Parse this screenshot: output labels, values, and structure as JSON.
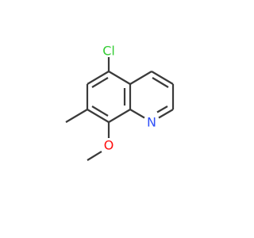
{
  "molecule": {
    "atoms": {
      "chlorine": "Cl",
      "nitrogen": "N",
      "oxygen": "O"
    },
    "colors": {
      "bond": "#3a3a3a",
      "chlorine": "#33cc33",
      "nitrogen": "#3050f8",
      "oxygen": "#ff0d0d"
    }
  }
}
